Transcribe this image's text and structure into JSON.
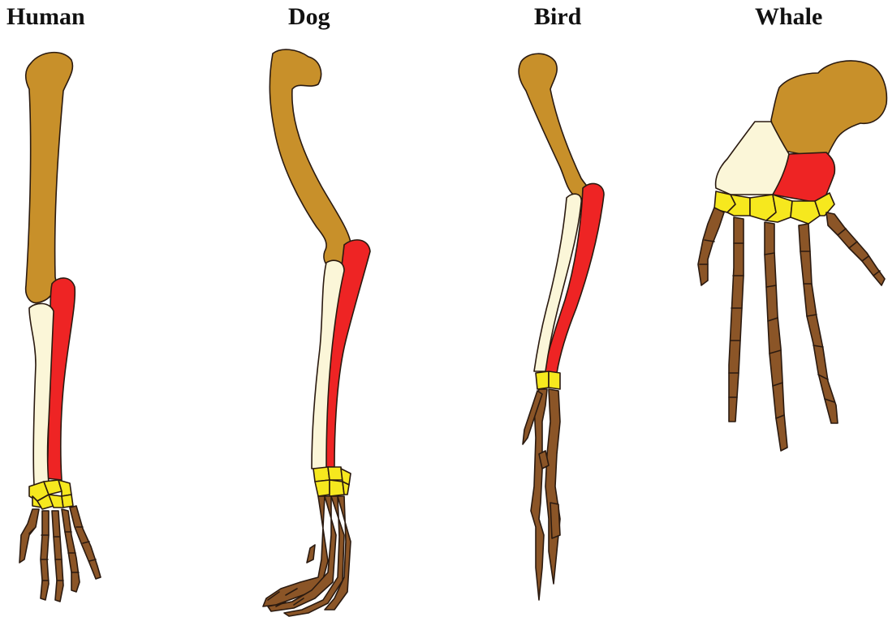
{
  "labels": {
    "human": "Human",
    "dog": "Dog",
    "bird": "Bird",
    "whale": "Whale"
  },
  "colors": {
    "humerus": "#C8902A",
    "ulna": "#FBF6D8",
    "radius": "#EE2424",
    "carpals": "#F6E81E",
    "digits": "#8B5527",
    "outline": "#2a1a10",
    "background": "#ffffff"
  }
}
